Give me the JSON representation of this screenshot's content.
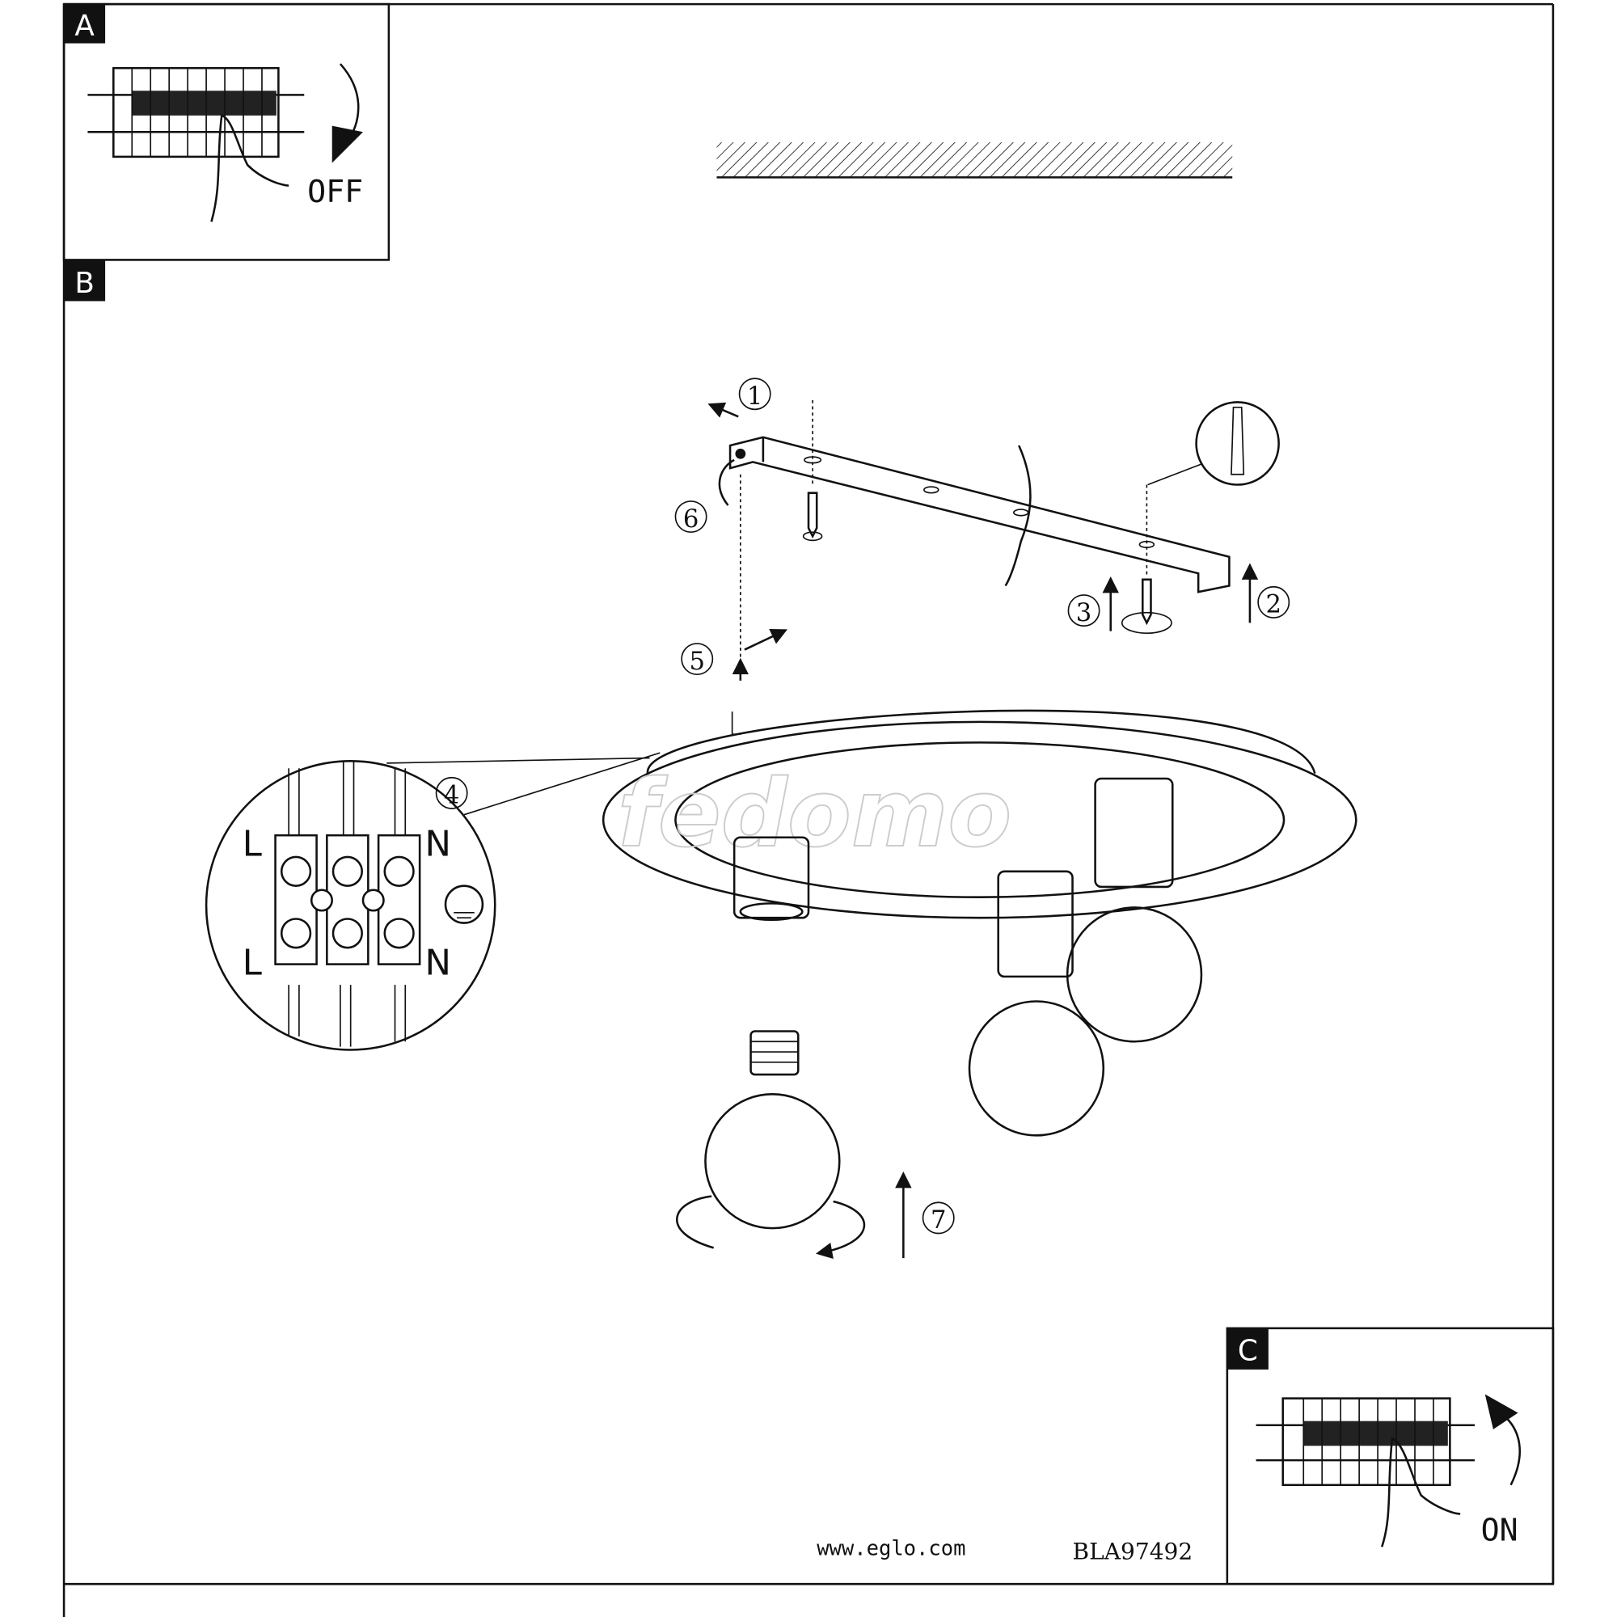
{
  "panels": {
    "a": {
      "label": "A",
      "switch_state": "OFF"
    },
    "b": {
      "label": "B"
    },
    "c": {
      "label": "C",
      "switch_state": "ON"
    }
  },
  "steps": [
    "1",
    "2",
    "3",
    "4",
    "5",
    "6",
    "7"
  ],
  "wiring": {
    "live_top": "L",
    "live_bottom": "L",
    "neutral_top": "N",
    "neutral_bottom": "N"
  },
  "footer": {
    "website": "www.eglo.com",
    "code": "BLA97492"
  },
  "watermark": "fedomo"
}
